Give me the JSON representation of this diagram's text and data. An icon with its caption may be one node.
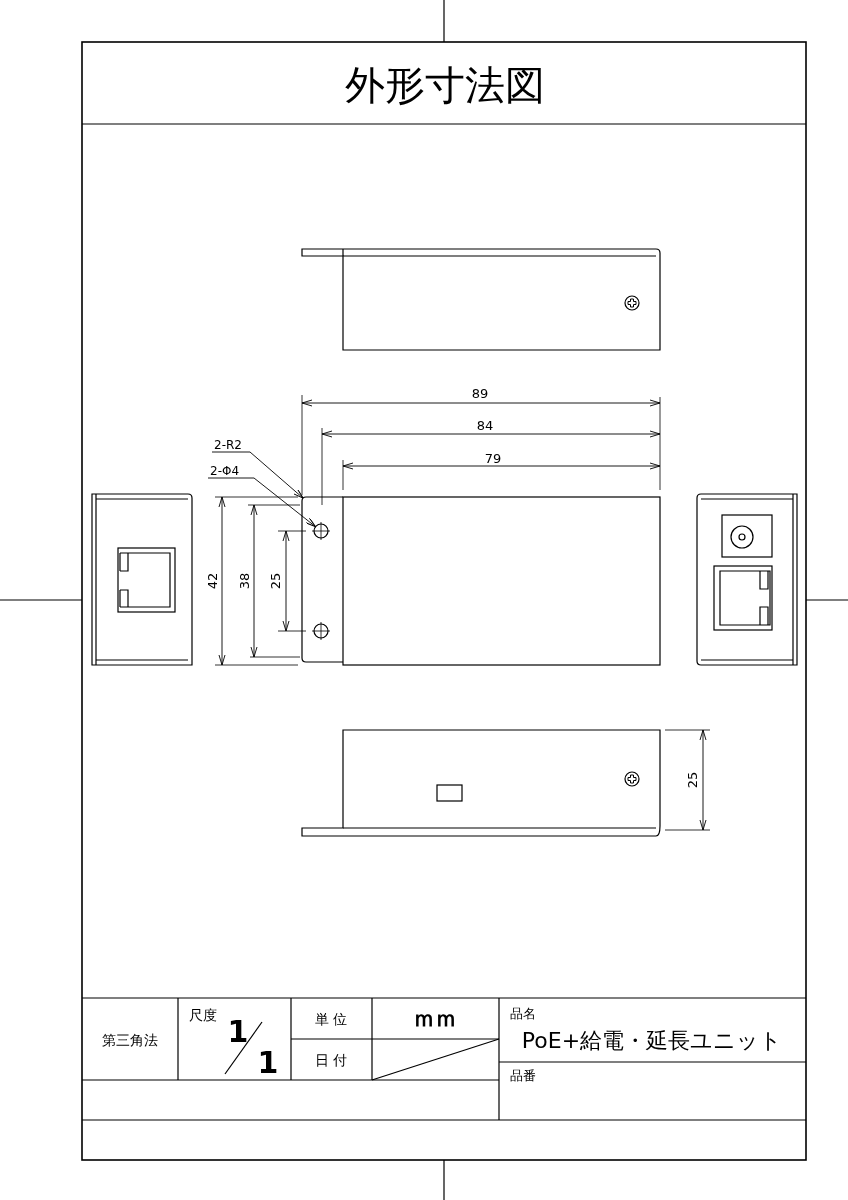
{
  "diagram": {
    "title": "外形寸法図",
    "nodes": [
      {
        "text": [
          "2-R2"
        ]
      },
      {
        "text": [
          "2-Φ4"
        ]
      },
      {
        "text": [],
        "shape": "arc"
      },
      {
        "text": [],
        "shape": "circle"
      },
      {
        "text": [],
        "shape": "circle"
      }
    ],
    "edges": [
      {
        "from": 0,
        "to": 2,
        "arrow": "to"
      },
      {
        "from": 1,
        "to": 3,
        "arrow": "to"
      }
    ],
    "labels": [
      "89",
      "84",
      "79",
      "42",
      "38",
      "25",
      "25",
      "第三角法",
      "尺度",
      "1",
      "1",
      "単 位",
      "ｍｍ",
      "日 付",
      "品名",
      "PoE+給電・延長ユニット",
      "品番"
    ]
  }
}
